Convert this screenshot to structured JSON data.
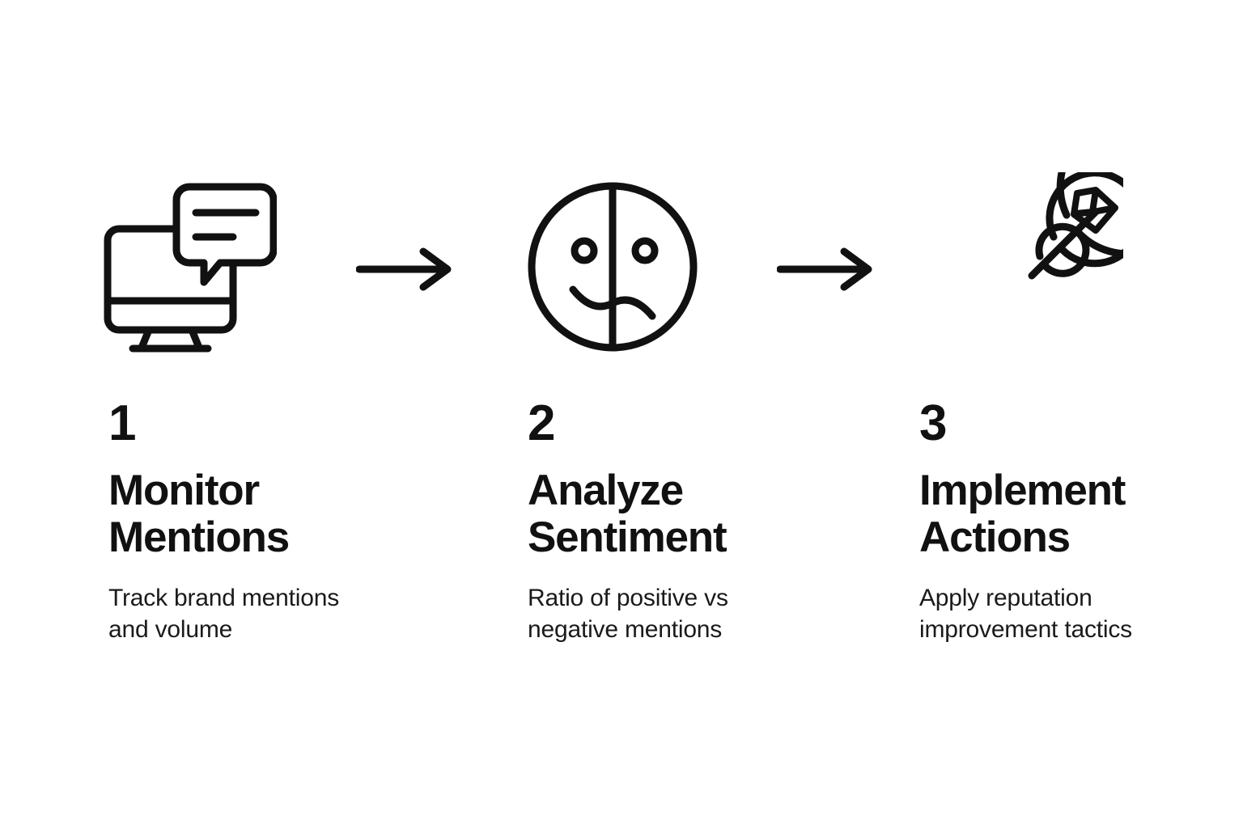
{
  "meta": {
    "background_color": "#ffffff",
    "ink_color": "#111111"
  },
  "steps": [
    {
      "number": "1",
      "title": "Monitor\nMentions",
      "description": "Track brand mentions\nand volume",
      "icon": "monitor-speech-bubble-icon"
    },
    {
      "number": "2",
      "title": "Analyze\nSentiment",
      "description": "Ratio of positive vs\nnegative mentions",
      "icon": "half-happy-half-sad-face-icon"
    },
    {
      "number": "3",
      "title": "Implement\nActions",
      "description": "Apply reputation\nimprovement tactics",
      "icon": "target-arrow-icon"
    }
  ],
  "connectors": [
    {
      "name": "arrow-right-icon"
    },
    {
      "name": "arrow-right-icon"
    }
  ]
}
